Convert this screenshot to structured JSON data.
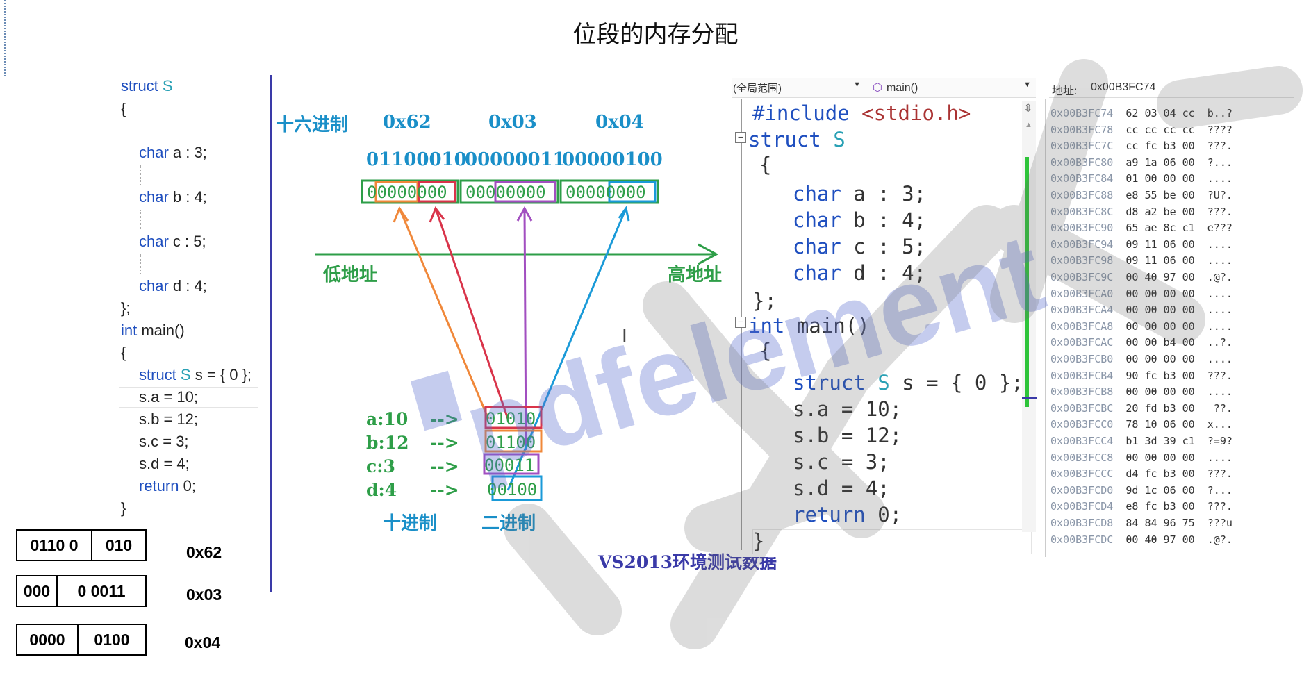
{
  "title": "位段的内存分配",
  "left_code": {
    "lines": [
      "struct ",
      "S",
      "{",
      "char a : 3;",
      "char b : 4;",
      "char c : 5;",
      "char d : 4;",
      "};",
      "int ",
      "main()",
      "{",
      "struct ",
      "S",
      " s = { 0 };",
      "s.a = 10;",
      "s.b = 12;",
      "s.c = 3;",
      "s.d = 4;",
      "return 0;",
      "}"
    ]
  },
  "byte_boxes": [
    {
      "left": "0110 0",
      "right": "010",
      "hex": "0x62"
    },
    {
      "left": "000",
      "right": "0 0011",
      "hex": "0x03"
    },
    {
      "left": "0000",
      "right": "0100",
      "hex": "0x04"
    }
  ],
  "diagram": {
    "hex_label": "十六进制",
    "hex_values": [
      "0x62",
      "0x03",
      "0x04"
    ],
    "bin_values": [
      "01100010",
      "00000011",
      "00000100"
    ],
    "boxed_bytes": [
      "00000000",
      "00000000",
      "00000000"
    ],
    "low_addr": "低地址",
    "high_addr": "高地址",
    "assignments": [
      {
        "lhs": "a:10",
        "arrow": "-->",
        "bits": "01010"
      },
      {
        "lhs": "b:12",
        "arrow": "-->",
        "bits": "01100"
      },
      {
        "lhs": "c:3",
        "arrow": "-->",
        "bits": "00011"
      },
      {
        "lhs": "d:4",
        "arrow": "-->",
        "bits": "00100"
      }
    ],
    "decimal_label": "十进制",
    "binary_label": "二进制",
    "caption": "VS2013环境测试数据"
  },
  "ide": {
    "scope_dropdown": "(全局范围)",
    "function_dropdown": "main()",
    "lines": [
      "#include <stdio.h>",
      "struct S",
      "{",
      "char a : 3;",
      "char b : 4;",
      "char c : 5;",
      "char d : 4;",
      "};",
      "int main()",
      "{",
      "struct S s = { 0 };",
      "s.a = 10;",
      "s.b = 12;",
      "s.c = 3;",
      "s.d = 4;",
      "return 0;",
      "}"
    ]
  },
  "memory": {
    "address_label": "地址:",
    "address_value": "0x00B3FC74",
    "rows": [
      {
        "addr": "0x00B3FC74",
        "hex": "62 03 04 cc",
        "chars": "b..?"
      },
      {
        "addr": "0x00B3FC78",
        "hex": "cc cc cc cc",
        "chars": "????"
      },
      {
        "addr": "0x00B3FC7C",
        "hex": "cc fc b3 00",
        "chars": "???."
      },
      {
        "addr": "0x00B3FC80",
        "hex": "a9 1a 06 00",
        "chars": "?..."
      },
      {
        "addr": "0x00B3FC84",
        "hex": "01 00 00 00",
        "chars": "...."
      },
      {
        "addr": "0x00B3FC88",
        "hex": "e8 55 be 00",
        "chars": "?U?."
      },
      {
        "addr": "0x00B3FC8C",
        "hex": "d8 a2 be 00",
        "chars": "???."
      },
      {
        "addr": "0x00B3FC90",
        "hex": "65 ae 8c c1",
        "chars": "e???"
      },
      {
        "addr": "0x00B3FC94",
        "hex": "09 11 06 00",
        "chars": "...."
      },
      {
        "addr": "0x00B3FC98",
        "hex": "09 11 06 00",
        "chars": "...."
      },
      {
        "addr": "0x00B3FC9C",
        "hex": "00 40 97 00",
        "chars": ".@?."
      },
      {
        "addr": "0x00B3FCA0",
        "hex": "00 00 00 00",
        "chars": "...."
      },
      {
        "addr": "0x00B3FCA4",
        "hex": "00 00 00 00",
        "chars": "...."
      },
      {
        "addr": "0x00B3FCA8",
        "hex": "00 00 00 00",
        "chars": "...."
      },
      {
        "addr": "0x00B3FCAC",
        "hex": "00 00 b4 00",
        "chars": "..?."
      },
      {
        "addr": "0x00B3FCB0",
        "hex": "00 00 00 00",
        "chars": "...."
      },
      {
        "addr": "0x00B3FCB4",
        "hex": "90 fc b3 00",
        "chars": "???."
      },
      {
        "addr": "0x00B3FCB8",
        "hex": "00 00 00 00",
        "chars": "...."
      },
      {
        "addr": "0x00B3FCBC",
        "hex": "20 fd b3 00",
        "chars": " ??."
      },
      {
        "addr": "0x00B3FCC0",
        "hex": "78 10 06 00",
        "chars": "x..."
      },
      {
        "addr": "0x00B3FCC4",
        "hex": "b1 3d 39 c1",
        "chars": "?=9?"
      },
      {
        "addr": "0x00B3FCC8",
        "hex": "00 00 00 00",
        "chars": "...."
      },
      {
        "addr": "0x00B3FCCC",
        "hex": "d4 fc b3 00",
        "chars": "???."
      },
      {
        "addr": "0x00B3FCD0",
        "hex": "9d 1c 06 00",
        "chars": "?..."
      },
      {
        "addr": "0x00B3FCD4",
        "hex": "e8 fc b3 00",
        "chars": "???."
      },
      {
        "addr": "0x00B3FCD8",
        "hex": "84 84 96 75",
        "chars": "???u"
      },
      {
        "addr": "0x00B3FCDC",
        "hex": "00 40 97 00",
        "chars": ".@?."
      }
    ]
  },
  "watermark": "pdfelement",
  "colors": {
    "diagram_green": "#2e9e48",
    "diagram_blue": "#1a8fc8",
    "arrow_orange": "#f0883a",
    "arrow_red": "#d9344a",
    "arrow_purple": "#a24fc0",
    "arrow_blue": "#1a9ad8",
    "frame_blue": "#3a3aa8",
    "keyword_blue": "#1f4fbf",
    "type_teal": "#2aa1b5"
  }
}
